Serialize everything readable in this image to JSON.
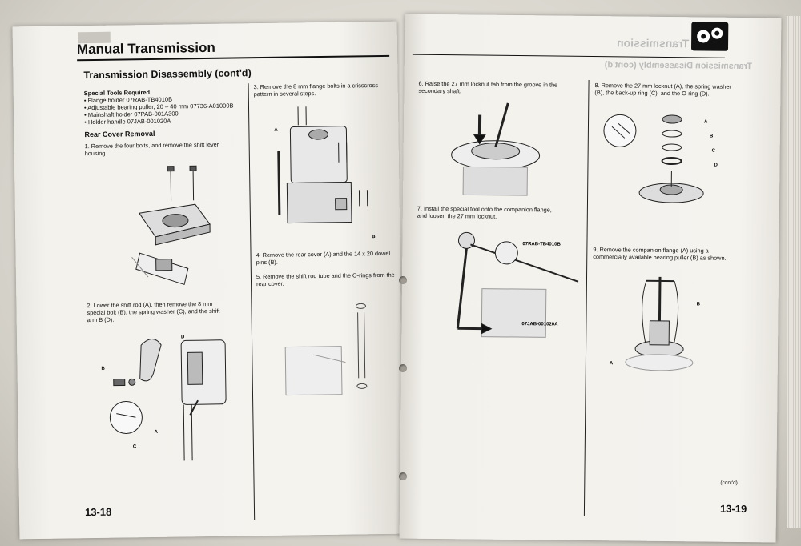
{
  "left_page": {
    "header": "Manual Transmission",
    "section_title": "Transmission Disassembly (cont'd)",
    "tools_heading": "Special Tools Required",
    "tools": [
      "• Flange holder 07RAB-TB4010B",
      "• Adjustable bearing puller, 20 – 40 mm 07736-A01000B",
      "• Mainshaft holder 07PAB-001A300",
      "• Holder handle 07JAB-001020A"
    ],
    "subsection": "Rear Cover Removal",
    "step1a": "1.  Remove the four bolts, and remove the shift lever",
    "step1b": "     housing.",
    "step2a": "2.  Lower the shift rod (A), then remove the 8 mm",
    "step2b": "     special bolt (B), the spring washer (C), and the shift",
    "step2c": "     arm B (D).",
    "step3a": "3.  Remove the 8 mm flange bolts in a crisscross",
    "step3b": "     pattern in several steps.",
    "step4a": "4.  Remove the rear cover (A) and the 14 x 20 dowel",
    "step4b": "     pins (B).",
    "step5a": "5.  Remove the shift rod tube and the O-rings from the",
    "step5b": "     rear cover.",
    "labels": {
      "a": "A",
      "b": "B",
      "c": "C",
      "d": "D"
    },
    "page_number": "13-18"
  },
  "right_page": {
    "ghost_header": "Transmission",
    "ghost_section": "Transmission Disassembly (cont'd)",
    "step6a": "6.  Raise the 27 mm locknut tab from the groove in the",
    "step6b": "     secondary shaft.",
    "step7a": "7.  Install the special tool onto the companion flange,",
    "step7b": "     and loosen the 27 mm locknut.",
    "tool1": "07RAB-TB4010B",
    "tool2": "07JAB-001020A",
    "step8a": "8.  Remove the 27 mm locknut (A), the spring washer",
    "step8b": "     (B), the back-up ring (C), and the O-ring (D).",
    "step9a": "9.  Remove the companion flange (A) using a",
    "step9b": "     commercially available bearing puller (B) as shown.",
    "labels": {
      "a": "A",
      "b": "B",
      "c": "C",
      "d": "D"
    },
    "contd": "(cont'd)",
    "page_number": "13-19"
  }
}
